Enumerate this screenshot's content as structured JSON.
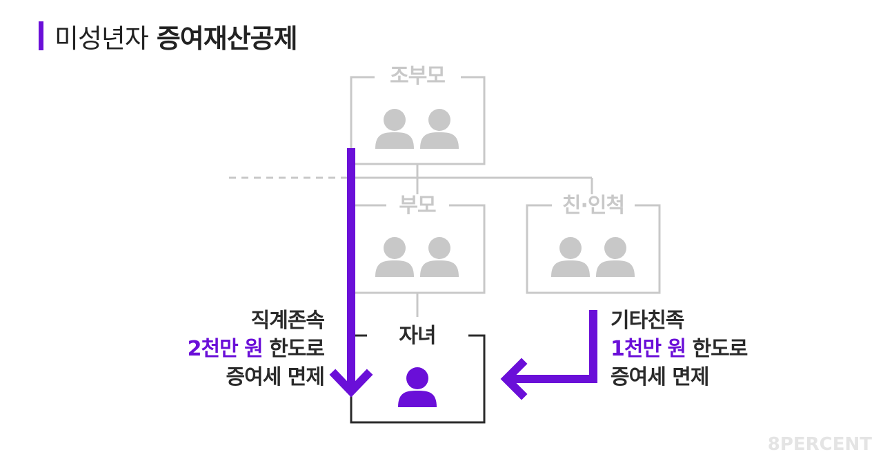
{
  "title": {
    "prefix": "미성년자",
    "main": "증여재산공제"
  },
  "nodes": {
    "grandparents": "조부모",
    "parents": "부모",
    "relatives": "친·인척",
    "child": "자녀"
  },
  "left_note": {
    "line1": "직계존속",
    "amount": "2천만 원",
    "limit": " 한도로",
    "line3": "증여세 면제"
  },
  "right_note": {
    "line1": "기타친족",
    "amount": "1천만 원",
    "limit": " 한도로",
    "line3": "증여세 면제"
  },
  "brand": "8PERCENT",
  "colors": {
    "accent": "#6a0fd8",
    "gray": "#c8c8c8",
    "dark": "#2a2a2a"
  },
  "icons": [
    "person-icon"
  ]
}
